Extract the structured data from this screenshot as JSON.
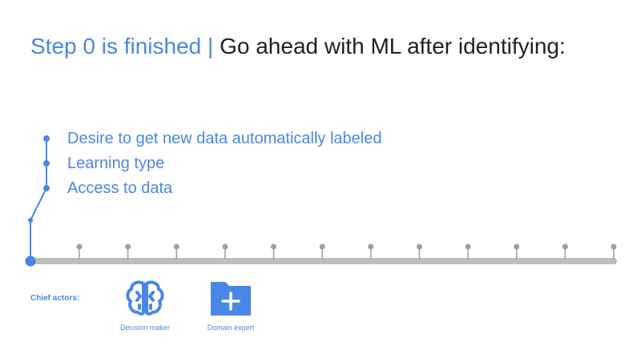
{
  "header": {
    "prefix": "Step 0 is finished",
    "separator": "|",
    "suffix": "Go ahead with ML after identifying:"
  },
  "checklist": [
    "Desire to get new data automatically labeled",
    "Learning type",
    "Access to data"
  ],
  "timeline": {
    "step_ticks": 12,
    "current_step": 0
  },
  "actors": {
    "label": "Chief actors:",
    "items": [
      {
        "name": "Decision maker",
        "icon": "brain-icon"
      },
      {
        "name": "Domain expert",
        "icon": "folder-add-icon"
      }
    ]
  },
  "colors": {
    "accent": "#4a86e8",
    "text": "#202124",
    "track": "#bdbdbd",
    "tick": "#9e9e9e"
  }
}
